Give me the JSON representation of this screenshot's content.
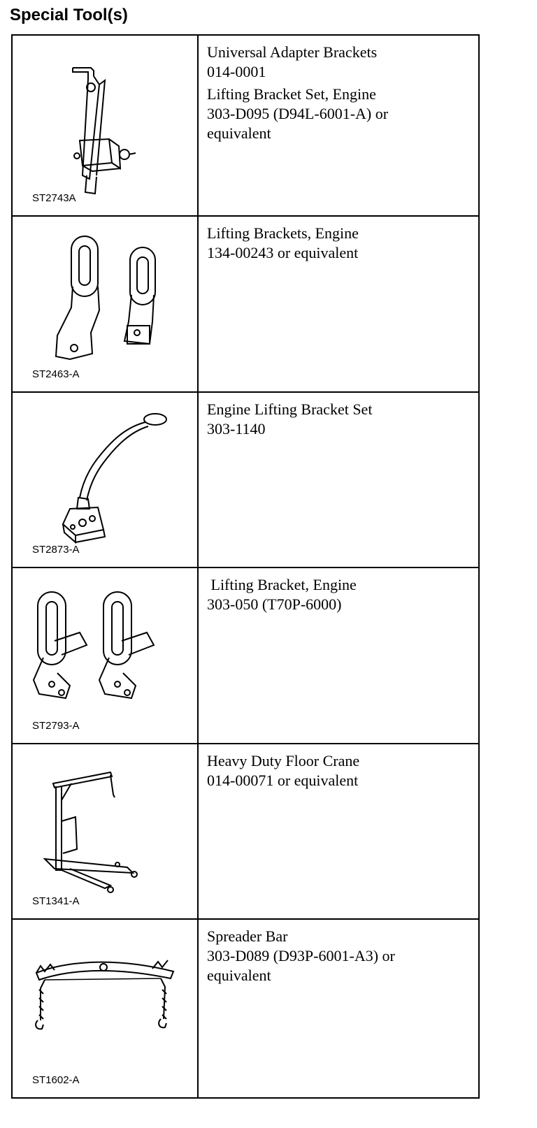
{
  "title": "Special Tool(s)",
  "tools": [
    {
      "image_code": "ST2743A",
      "items": [
        [
          "Universal Adapter Brackets",
          "014-0001"
        ],
        [
          "Lifting Bracket Set, Engine",
          "303-D095 (D94L-6001-A) or",
          "equivalent"
        ]
      ]
    },
    {
      "image_code": "ST2463-A",
      "items": [
        [
          "Lifting Brackets, Engine",
          "134-00243 or equivalent"
        ]
      ]
    },
    {
      "image_code": "ST2873-A",
      "items": [
        [
          "Engine Lifting Bracket Set",
          "303-1140"
        ]
      ]
    },
    {
      "image_code": "ST2793-A",
      "items": [
        [
          " Lifting Bracket, Engine",
          "303-050 (T70P-6000)"
        ]
      ]
    },
    {
      "image_code": "ST1341-A",
      "items": [
        [
          "Heavy Duty Floor Crane",
          "014-00071 or equivalent"
        ]
      ]
    },
    {
      "image_code": "ST1602-A",
      "items": [
        [
          "Spreader Bar",
          "303-D089 (D93P-6001-A3) or",
          "equivalent"
        ]
      ]
    }
  ]
}
